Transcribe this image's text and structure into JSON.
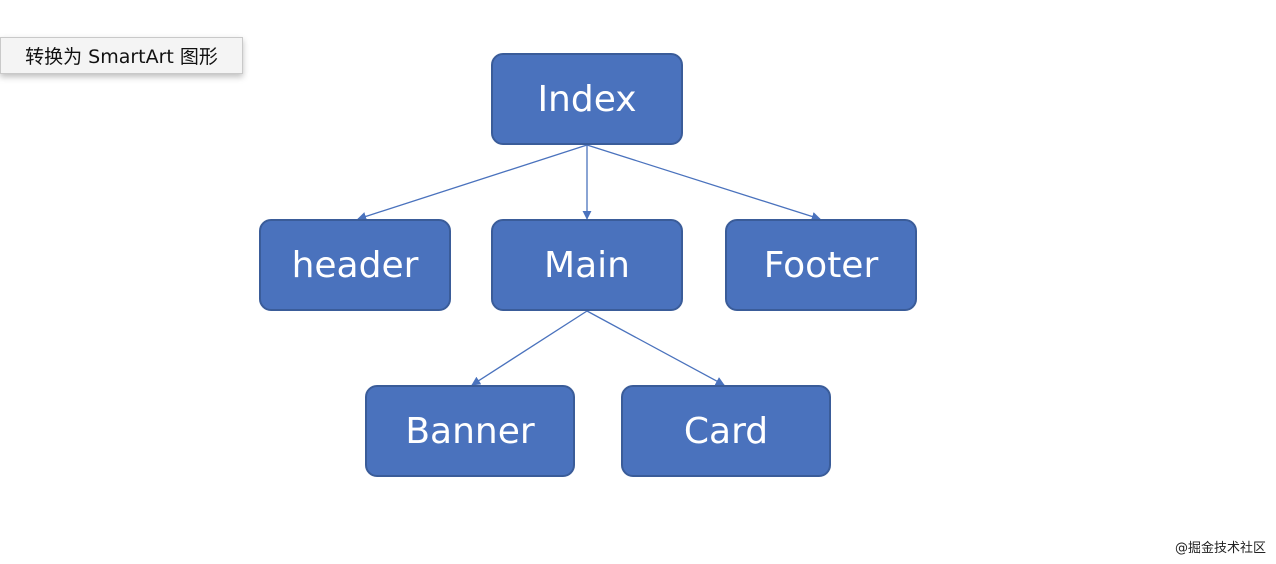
{
  "toolbar": {
    "convert_label": "转换为 SmartArt 图形"
  },
  "diagram": {
    "nodes": [
      {
        "id": "index",
        "label": "Index"
      },
      {
        "id": "header",
        "label": "header"
      },
      {
        "id": "main",
        "label": "Main"
      },
      {
        "id": "footer",
        "label": "Footer"
      },
      {
        "id": "banner",
        "label": "Banner"
      },
      {
        "id": "card",
        "label": "Card"
      }
    ],
    "edges": [
      {
        "from": "Index",
        "to": "header"
      },
      {
        "from": "Index",
        "to": "Main"
      },
      {
        "from": "Index",
        "to": "Footer"
      },
      {
        "from": "Main",
        "to": "Banner"
      },
      {
        "from": "Main",
        "to": "Card"
      }
    ],
    "colors": {
      "node_fill": "#4a72bd",
      "node_border": "#3a5c99",
      "node_text": "#ffffff",
      "edge": "#4a72bd"
    }
  },
  "watermark": {
    "text": "@掘金技术社区"
  }
}
